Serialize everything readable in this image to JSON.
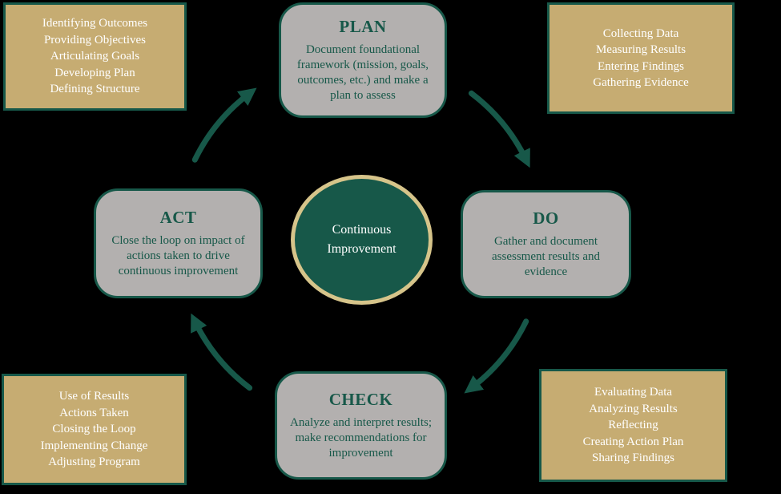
{
  "colors": {
    "background": "#000000",
    "dark_green": "#175849",
    "tan": "#C6AC72",
    "tan_light": "#D6C48A",
    "gray": "#B3B0AF",
    "white": "#FFFFFF"
  },
  "center": {
    "lines": [
      "Continuous",
      "Improvement"
    ]
  },
  "stages": [
    {
      "id": "plan",
      "title": "PLAN",
      "description": "Document foundational framework (mission, goals, outcomes, etc.) and make a plan to assess"
    },
    {
      "id": "do",
      "title": "DO",
      "description": "Gather and document assessment results and evidence"
    },
    {
      "id": "check",
      "title": "CHECK",
      "description": "Analyze and interpret results; make recommendations for improvement"
    },
    {
      "id": "act",
      "title": "ACT",
      "description": "Close the loop on impact of actions taken to drive continuous improvement"
    }
  ],
  "activity_boxes": [
    {
      "position": "top-left",
      "items": [
        "Identifying Outcomes",
        "Providing Objectives",
        "Articulating Goals",
        "Developing Plan",
        "Defining Structure"
      ]
    },
    {
      "position": "top-right",
      "items": [
        "Collecting Data",
        "Measuring Results",
        "Entering Findings",
        "Gathering Evidence"
      ]
    },
    {
      "position": "bottom-left",
      "items": [
        "Use of Results",
        "Actions Taken",
        "Closing the Loop",
        "Implementing Change",
        "Adjusting Program"
      ]
    },
    {
      "position": "bottom-right",
      "items": [
        "Evaluating Data",
        "Analyzing Results",
        "Reflecting",
        "Creating Action Plan",
        "Sharing Findings"
      ]
    }
  ]
}
